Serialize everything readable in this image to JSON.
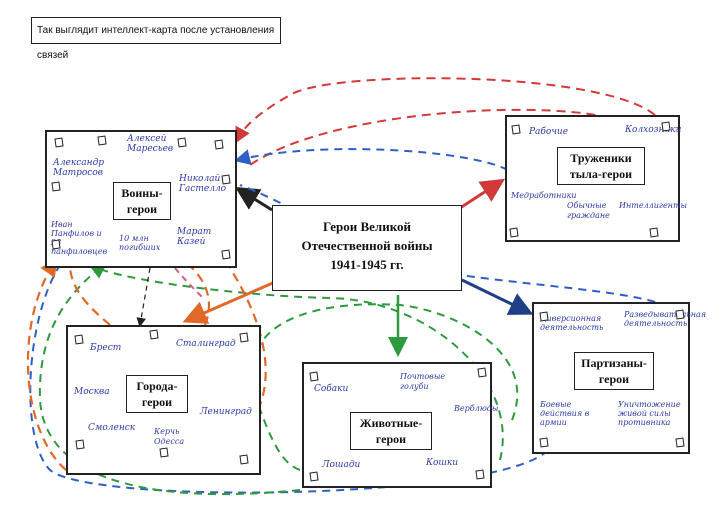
{
  "caption": "Так выглядит интеллект-карта после установления связей",
  "central": {
    "line1": "Герои Великой",
    "line2": "Отечественной войны",
    "line3": "1941-1945 гг."
  },
  "branches": {
    "voiny": {
      "title_line1": "Воины-",
      "title_line2": "герои",
      "items": [
        "Алексей Маресьев",
        "Александр Матросов",
        "Николай Гастелло",
        "Иван Панфилов и 28 панфиловцев",
        "10 млн погибших",
        "Марат Казей"
      ]
    },
    "truzheniki": {
      "title_line1": "Труженики",
      "title_line2": "тыла-герои",
      "items": [
        "Рабочие",
        "Колхозники",
        "Медработники",
        "Обычные граждане",
        "Интеллигенты"
      ]
    },
    "goroda": {
      "title_line1": "Города-",
      "title_line2": "герои",
      "items": [
        "Брест",
        "Сталинград",
        "Москва",
        "Смоленск",
        "Керчь Одесса",
        "Ленинград"
      ]
    },
    "zhivotnye": {
      "title_line1": "Животные-",
      "title_line2": "герои",
      "items": [
        "Собаки",
        "Почтовые голуби",
        "Верблюды",
        "Лошади",
        "Кошки"
      ]
    },
    "partizany": {
      "title_line1": "Партизаны-",
      "title_line2": "герои",
      "items": [
        "Диверсионная деятельность",
        "Разведывательная деятельность",
        "Боевые действия в армии",
        "Уничтожение живой силы противника"
      ]
    }
  },
  "colors": {
    "ink": "#222222",
    "handwriting": "#2a3aa6",
    "red": "#d23a3a",
    "blue": "#2e5fc4",
    "dark_blue": "#1f3f86",
    "green": "#2e9a3e",
    "orange": "#e0692a",
    "pink": "#d65a88"
  }
}
